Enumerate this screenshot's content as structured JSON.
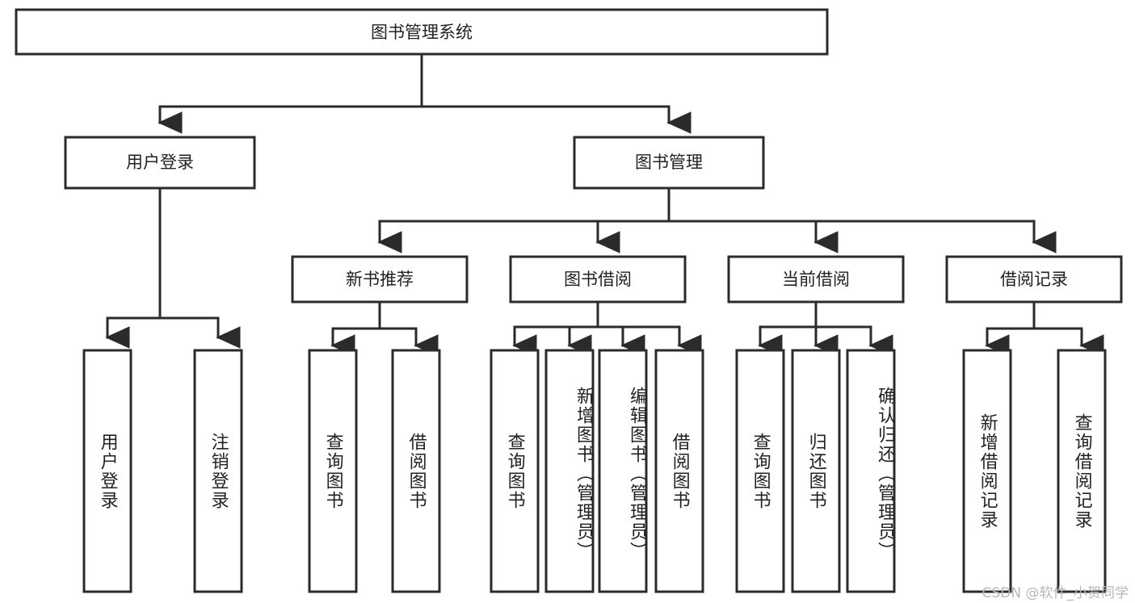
{
  "diagram": {
    "title": "图书管理系统",
    "type": "tree",
    "watermark": "CSDN @软件_小贺同学",
    "colors": {
      "box_fill": "#ffffff",
      "box_stroke": "#2b2b2b",
      "text": "#222222",
      "watermark": "#b7b7b7",
      "background": "#ffffff"
    },
    "root": {
      "label": "图书管理系统"
    },
    "level2": [
      {
        "label": "用户登录"
      },
      {
        "label": "图书管理"
      }
    ],
    "level3": [
      {
        "label": "新书推荐"
      },
      {
        "label": "图书借阅"
      },
      {
        "label": "当前借阅"
      },
      {
        "label": "借阅记录"
      }
    ],
    "leaves": {
      "user_login": [
        {
          "label": "用户登录"
        },
        {
          "label": "注销登录"
        }
      ],
      "new_book_recommend": [
        {
          "label": "查询图书"
        },
        {
          "label": "借阅图书"
        }
      ],
      "book_borrow": [
        {
          "label": "查询图书"
        },
        {
          "label": "新增图书（管理员）"
        },
        {
          "label": "编辑图书（管理员）"
        },
        {
          "label": "借阅图书"
        }
      ],
      "current_borrow": [
        {
          "label": "查询图书"
        },
        {
          "label": "归还图书"
        },
        {
          "label": "确认归还（管理员）"
        }
      ],
      "borrow_record": [
        {
          "label": "新增借阅记录"
        },
        {
          "label": "查询借阅记录"
        }
      ]
    }
  }
}
